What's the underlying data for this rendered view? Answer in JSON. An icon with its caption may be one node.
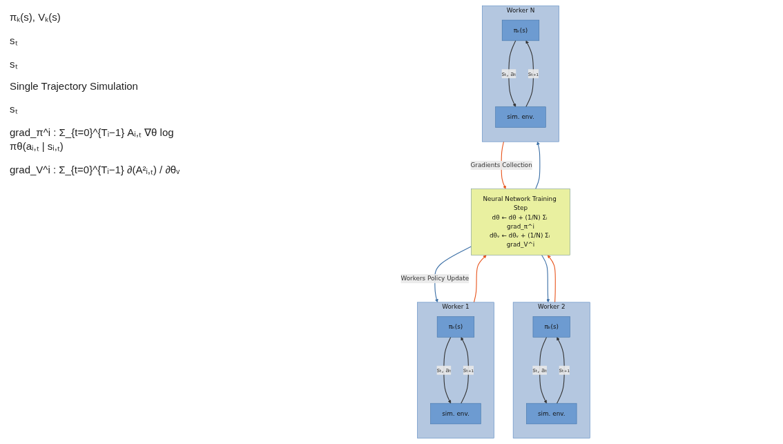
{
  "diagram": {
    "nodes": [
      {
        "text": [
          "Neural Network Training Step",
          "dθ ← dθ + (1/N) Σᵢ grad_π^i",
          "dθᵥ ← dθᵥ + (1/N) Σᵢ grad_V^i"
        ]
      },
      {
        "text": [
          "Worker 1"
        ]
      },
      {
        "text": [
          "πₖ(s)"
        ],
        "in": 1
      },
      {
        "text": [
          "sim. env."
        ],
        "in": 1
      },
      {
        "text": [
          "Worker 2"
        ]
      },
      {
        "text": [
          "πₖ(s)"
        ],
        "in": 4
      },
      {
        "text": [
          "sim. env."
        ],
        "in": 4
      },
      {
        "text": [
          "Worker N"
        ]
      },
      {
        "text": [
          "πₖ(s)"
        ],
        "in": 7
      },
      {
        "text": [
          "sim. env."
        ],
        "in": 7
      }
    ],
    "edges": [
      {
        "from": 0,
        "to": 1,
        "arrow": "to",
        "label": "Workers Policy Update",
        "color": "#3a6ea5"
      },
      {
        "from": 0,
        "to": 4,
        "arrow": "to",
        "color": "#3a6ea5"
      },
      {
        "from": 0,
        "to": 7,
        "arrow": "to",
        "color": "#3a6ea5"
      },
      {
        "from": 2,
        "to": 3,
        "arrow": "to",
        "label": "sₜ, aₜ"
      },
      {
        "from": 3,
        "to": 2,
        "arrow": "to",
        "label": "sₜ₊₁"
      },
      {
        "from": 5,
        "to": 6,
        "arrow": "to",
        "label": "sₜ, aₜ"
      },
      {
        "from": 6,
        "to": 5,
        "arrow": "to",
        "label": "sₜ₊₁"
      },
      {
        "from": 8,
        "to": 9,
        "arrow": "to",
        "label": "sₜ, aₜ"
      },
      {
        "from": 9,
        "to": 8,
        "arrow": "to",
        "label": "sₜ₊₁"
      },
      {
        "from": 1,
        "to": 0,
        "arrow": "to",
        "color": "#e8541c"
      },
      {
        "from": 4,
        "to": 0,
        "arrow": "to",
        "color": "#e8541c"
      },
      {
        "from": 7,
        "to": 0,
        "arrow": "to",
        "label": "Gradients Collection",
        "color": "#e8541c"
      }
    ],
    "labels": [
      "πₖ(s), Vₖ(s)",
      "sₜ",
      "sₜ",
      "Single Trajectory Simulation",
      "sₜ",
      "grad_π^i : Σ_{t=0}^{Tᵢ−1} Aᵢ,ₜ ∇θ log πθ(aᵢ,ₜ | sᵢ,ₜ)",
      "grad_V^i : Σ_{t=0}^{Tᵢ−1} ∂(A²ᵢ,ₜ) / ∂θᵥ"
    ]
  }
}
